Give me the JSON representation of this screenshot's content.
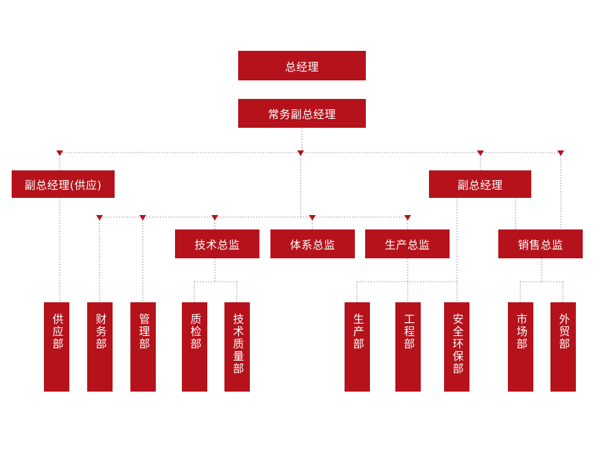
{
  "colors": {
    "box": "#b5121b",
    "line": "#b3b3b3",
    "background": "#ffffff"
  },
  "org": {
    "general_manager": "总经理",
    "executive_deputy": "常务副总经理",
    "deputy_supply": "副总经理(供应)",
    "deputy": "副总经理",
    "tech_director": "技术总监",
    "system_director": "体系总监",
    "production_director": "生产总监",
    "sales_director": "销售总监",
    "departments": {
      "supply": "供应部",
      "finance": "财务部",
      "management": "管理部",
      "quality_inspection": "质检部",
      "tech_quality": "技术质量部",
      "production": "生产部",
      "engineering": "工程部",
      "safety_env": "安全环保部",
      "market": "市场部",
      "foreign_trade": "外贸部"
    }
  }
}
